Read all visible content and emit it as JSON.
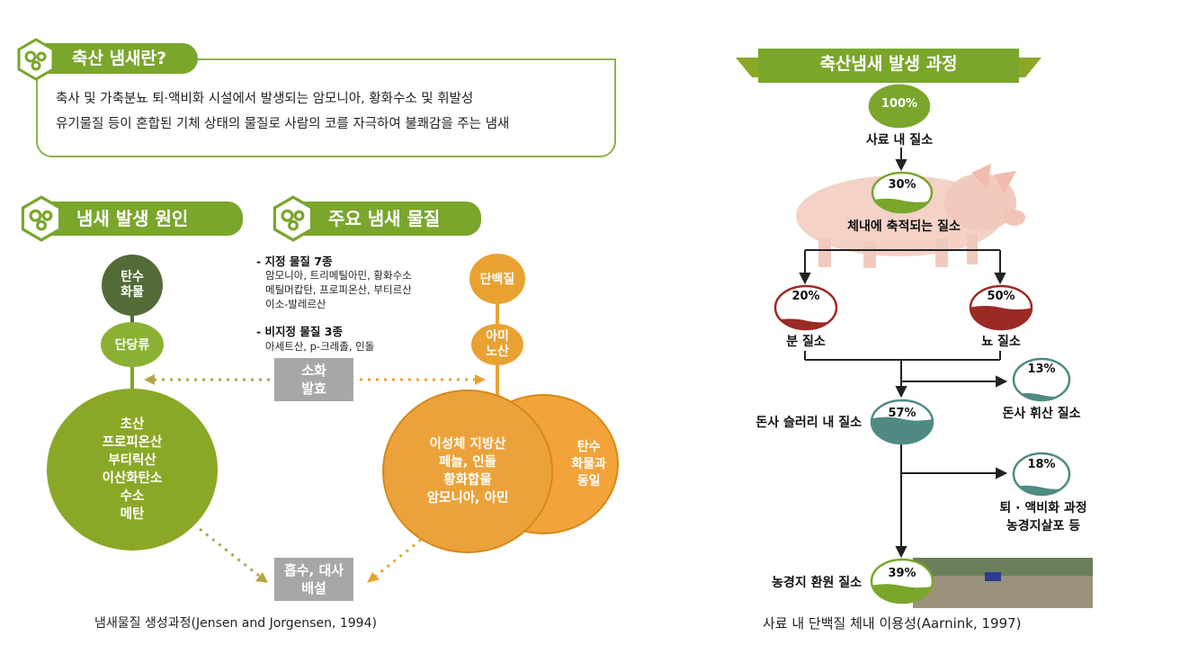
{
  "definition": {
    "title": "축산 냄새란?",
    "line1": "축사 및 가축분뇨 퇴·액비화 시설에서 발생되는 암모니아, 황화수소 및 휘발성",
    "line2": "유기물질 등이 혼합된 기체 상태의 물질로 사람의 코를 자극하여 불쾌감을 주는 냄새"
  },
  "causes": {
    "title": "냄새 발생 원인",
    "carb": "탄수\n화물",
    "sugar": "단당류",
    "products": "초산\n프로피온산\n부티릭산\n이산화탄소\n수소\n메탄"
  },
  "substances": {
    "title": "주요 냄새 물질",
    "designated_head": "- 지정 물질 7종",
    "designated_list": "암모니아, 트리메틸아민, 황화수소\n메틸머캅탄, 프로피온산, 부티르산\n이소-발레르산",
    "non_designated_head": "- 비지정 물질 3종",
    "non_designated_list": "아세트산, p-크레졸, 인돌",
    "protein": "단백질",
    "amino": "아미\n노산",
    "products": "이성체 지방산\n페놀, 인돌\n황화합물\n암모니아, 아민",
    "together": "탄수\n화물과\n동일"
  },
  "digestion": "소화\n발효",
  "absorption": "흡수, 대사\n배설",
  "left_caption": "냄새물질 생성과정(Jensen and Jorgensen, 1994)",
  "process": {
    "title": "축산냄새 발생 과정",
    "feed_pct": "100%",
    "feed_label": "사료 내 질소",
    "body_pct": "30%",
    "body_label": "체내에 축적되는 질소",
    "feces_pct": "20%",
    "feces_label": "분 질소",
    "urine_pct": "50%",
    "urine_label": "뇨 질소",
    "volat_pct": "13%",
    "volat_label": "돈사 휘산 질소",
    "slurry_pct": "57%",
    "slurry_label": "돈사 슬러리 내 질소",
    "compost_pct": "18%",
    "compost_label": "퇴 · 액비화 과정\n농경지살포 등",
    "field_pct": "39%",
    "field_label": "농경지 환원 질소",
    "caption": "사료 내 단백질 체내 이용성(Aarnink, 1997)"
  },
  "gauges": {
    "feed": 1.0,
    "body": 0.3,
    "feces": 0.2,
    "urine": 0.5,
    "volat": 0.13,
    "slurry": 0.57,
    "compost": 0.18,
    "field": 0.39
  },
  "colors": {
    "green": "#7aa62c",
    "dark_green": "#536b36",
    "orange": "#e9a232",
    "gray": "#a7a7a7",
    "red": "#9b2a25",
    "teal": "#4f8a84"
  }
}
